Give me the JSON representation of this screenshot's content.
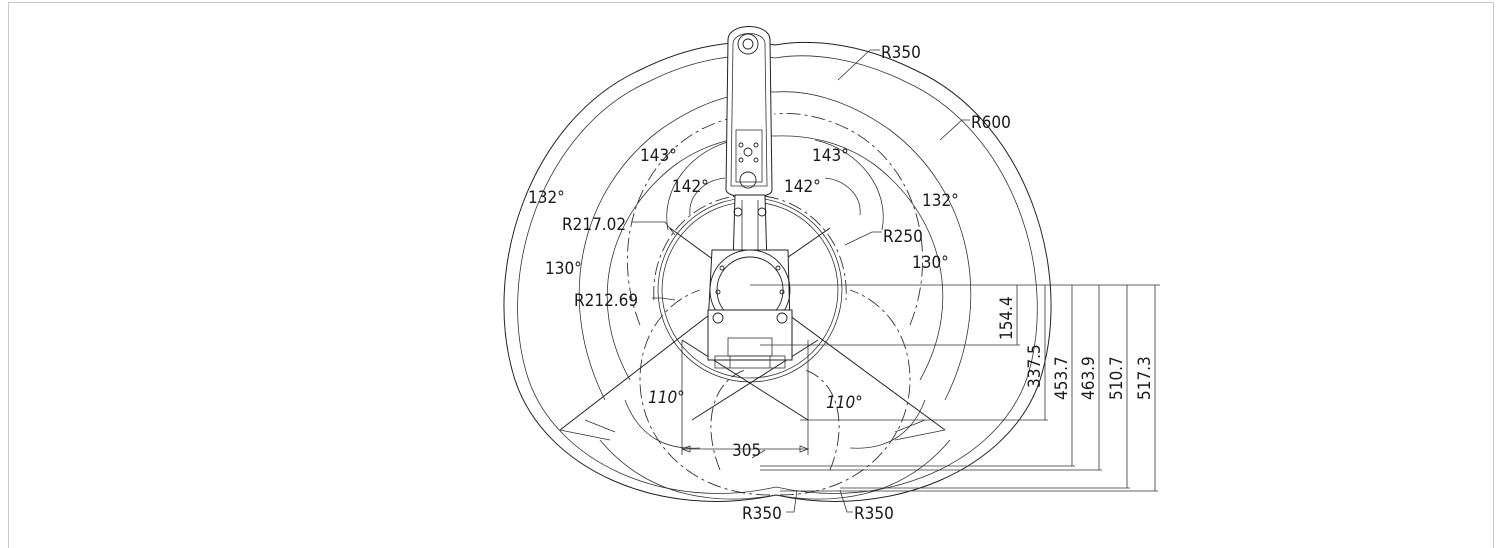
{
  "drawing": {
    "radius_labels": {
      "r350_top": "R350",
      "r600": "R600",
      "r250": "R250",
      "r217": "R217.02",
      "r212": "R212.69",
      "r350_bottom_left": "R350",
      "r350_bottom_right": "R350"
    },
    "angle_labels": {
      "a143_left": "143°",
      "a143_right": "143°",
      "a142_left": "142°",
      "a142_right": "142°",
      "a132_left": "132°",
      "a132_right": "132°",
      "a130_left": "130°",
      "a130_right": "130°",
      "a110_left": "110°",
      "a110_right": "110°"
    },
    "width_dimension": "305",
    "height_dimensions": [
      "154.4",
      "337.5",
      "453.7",
      "463.9",
      "510.7",
      "517.3"
    ]
  }
}
